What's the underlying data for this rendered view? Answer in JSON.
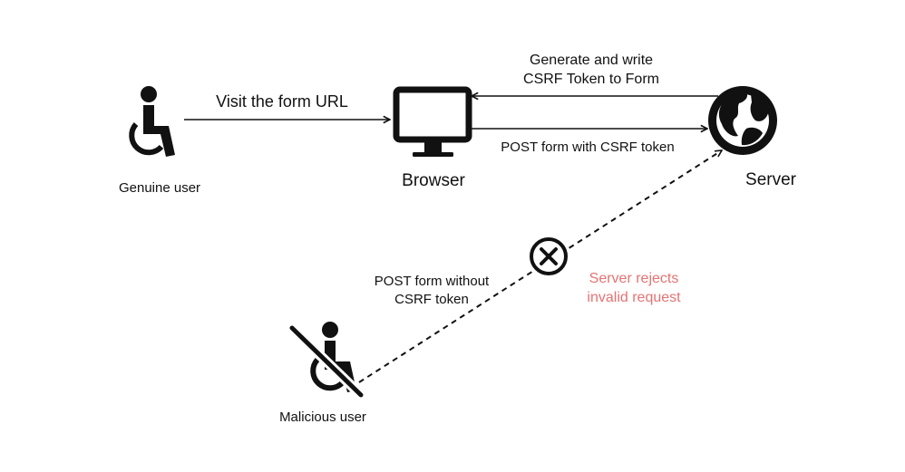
{
  "nodes": {
    "genuine_user": {
      "label": "Genuine user"
    },
    "browser": {
      "label": "Browser"
    },
    "server": {
      "label": "Server"
    },
    "malicious_user": {
      "label": "Malicious user"
    }
  },
  "edges": {
    "visit": {
      "label": "Visit the form URL"
    },
    "generate": {
      "line1": "Generate and write",
      "line2": "CSRF Token to Form"
    },
    "post_with": {
      "label": "POST form with CSRF token"
    },
    "post_without": {
      "line1": "POST form without",
      "line2": "CSRF token"
    }
  },
  "reject": {
    "line1": "Server rejects",
    "line2": "invalid request"
  },
  "icons": {
    "genuine_user": "accessible-person-icon",
    "browser": "monitor-icon",
    "server": "globe-icon",
    "malicious_user": "blocked-person-icon",
    "reject": "x-circle-icon"
  },
  "colors": {
    "ink": "#111111",
    "reject_text": "#e57373"
  }
}
